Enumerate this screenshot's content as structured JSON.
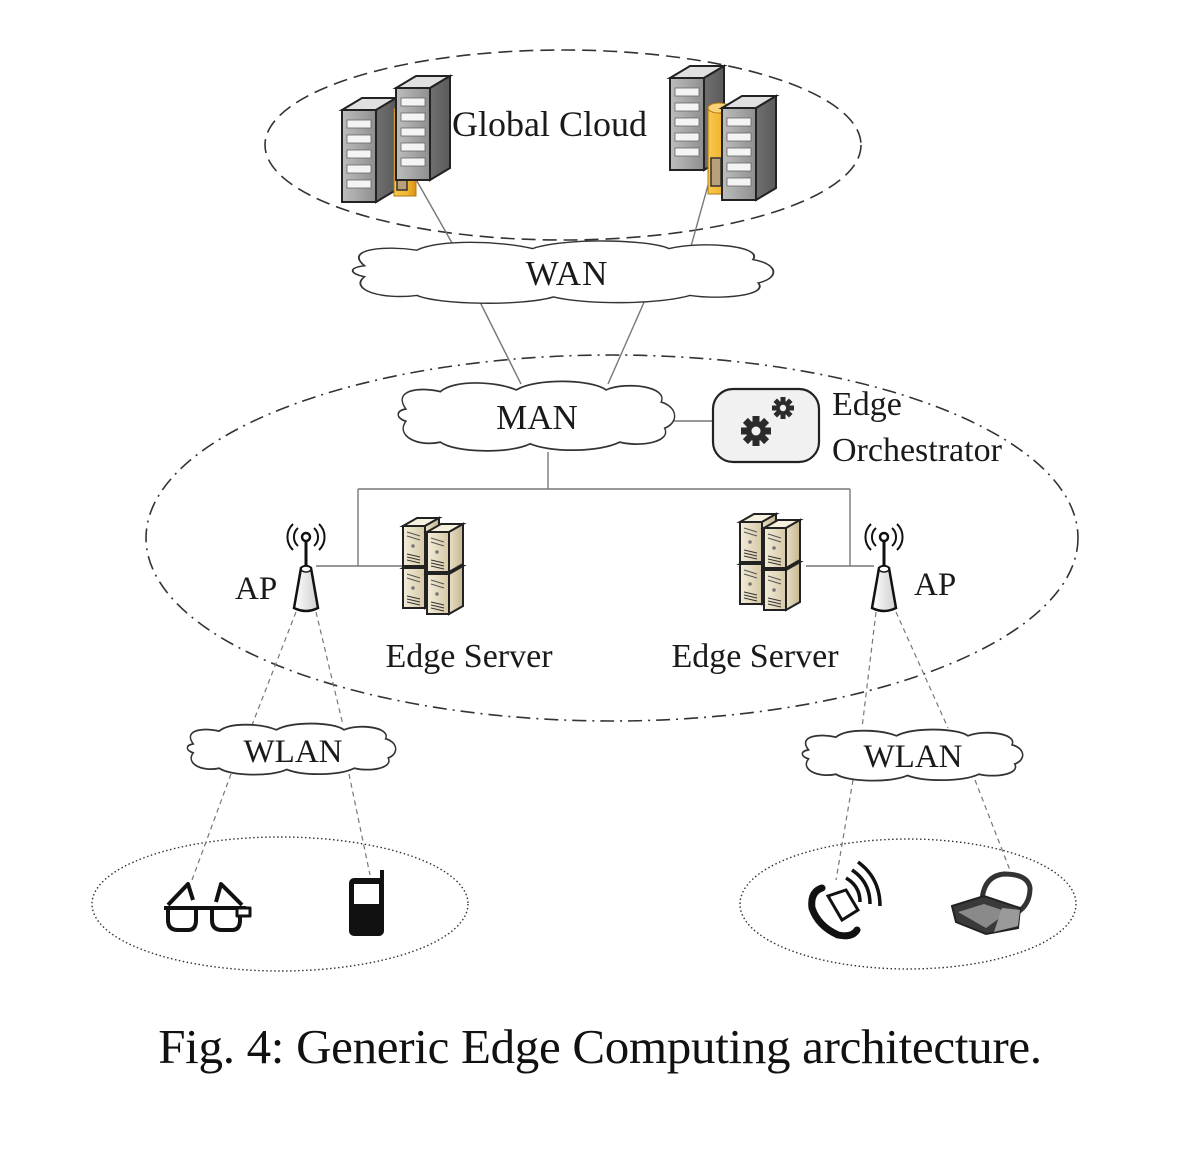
{
  "figure": {
    "caption": "Fig. 4: Generic Edge Computing architecture.",
    "tiers": {
      "cloud": {
        "label": "Global Cloud",
        "boundary": "dashed-ellipse",
        "icons": [
          "datacenter-icon",
          "datacenter-icon"
        ]
      },
      "edge": {
        "boundary": "dash-dot-ellipse"
      },
      "devices_left": {
        "boundary": "dotted-ellipse",
        "icons": [
          "smart-glasses-icon",
          "mobile-phone-icon"
        ]
      },
      "devices_right": {
        "boundary": "dotted-ellipse",
        "icons": [
          "smartwatch-icon",
          "vr-headset-icon"
        ]
      }
    },
    "networks": {
      "wan": "WAN",
      "man": "MAN",
      "wlan_left": "WLAN",
      "wlan_right": "WLAN"
    },
    "orchestrator": {
      "line1": "Edge",
      "line2": "Orchestrator",
      "icon": "gears-icon"
    },
    "edge_servers": [
      {
        "label": "Edge Server",
        "icon": "server-rack-icon"
      },
      {
        "label": "Edge Server",
        "icon": "server-rack-icon"
      }
    ],
    "access_points": [
      {
        "label": "AP",
        "icon": "wireless-ap-icon"
      },
      {
        "label": "AP",
        "icon": "wireless-ap-icon"
      }
    ],
    "colors": {
      "line": "#777777",
      "datacenter_body": "#9a9a9a",
      "datacenter_accent": "#f2b630",
      "edge_server": "#e6dcc2",
      "orchestrator_bg": "#f1f1f1"
    }
  }
}
